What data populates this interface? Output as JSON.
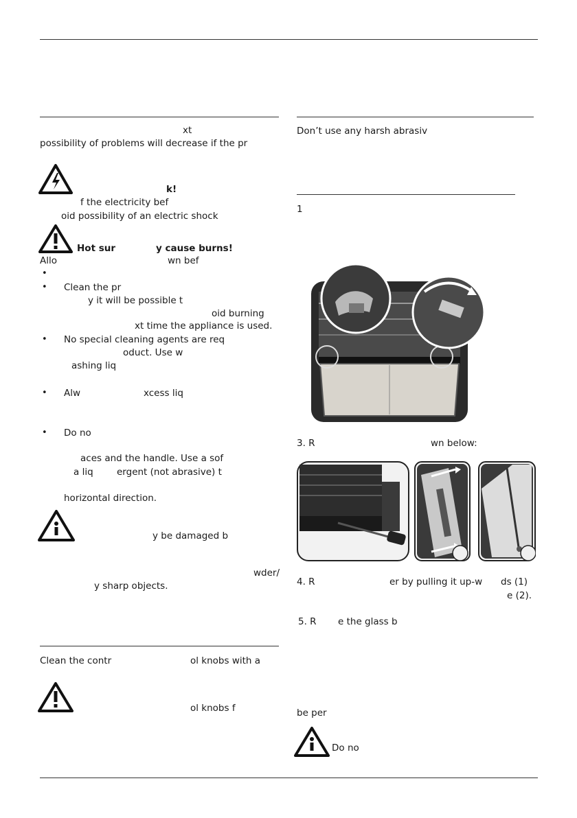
{
  "left_column": {
    "intro_fragment_1": "xt",
    "intro_line_2": "possibility of problems will decrease if the pr",
    "electric_warning_bold": "k!",
    "electric_line_1": "f the electricity bef",
    "electric_line_2": "oid possibility of an electric shock",
    "hot_warning_bold_1": "Hot sur",
    "hot_warning_bold_2": "y cause burns!",
    "allow_line_a": "Allo",
    "allow_line_b": "wn bef",
    "bullet_2_line_1": "Clean the pr",
    "bullet_2_line_2": "y it will be possible t",
    "bullet_2_line_3": "oid burning",
    "bullet_2_line_4": "xt time the appliance is used.",
    "bullet_3_line_1": "No special cleaning agents are req",
    "bullet_3_line_2": "oduct. Use w",
    "bullet_3_line_3": "ashing liq",
    "bullet_4_line_1a": "Alw",
    "bullet_4_line_1b": "xcess liq",
    "bullet_5_line_1": "Do no",
    "bullet_5_line_2": "aces and the handle. Use a sof",
    "bullet_5_line_3a": "a liq",
    "bullet_5_line_3b": "ergent (not abrasive) t",
    "bullet_5_line_4": "horizontal direction.",
    "info_line_1": "y be damaged b",
    "info_line_2": "wder/",
    "info_line_3": "y sharp objects.",
    "knobs_line_a": "Clean the contr",
    "knobs_line_b": "ol knobs with a",
    "knobs_warning": "ol knobs f",
    "bullet_char": "•"
  },
  "right_column": {
    "abrasive_line": "Don’t use any harsh abrasiv",
    "step_1": "1",
    "step_3a": "3. R",
    "step_3b": "wn below:",
    "step_4_line_1a": "4. R",
    "step_4_line_1b": "er by pulling it up-w",
    "step_4_line_1c": "ds (1)",
    "step_4_line_2": "e (2).",
    "step_5a": "5. R",
    "step_5b": "e the glass b",
    "be_per": "be per",
    "do_not": "Do no"
  }
}
